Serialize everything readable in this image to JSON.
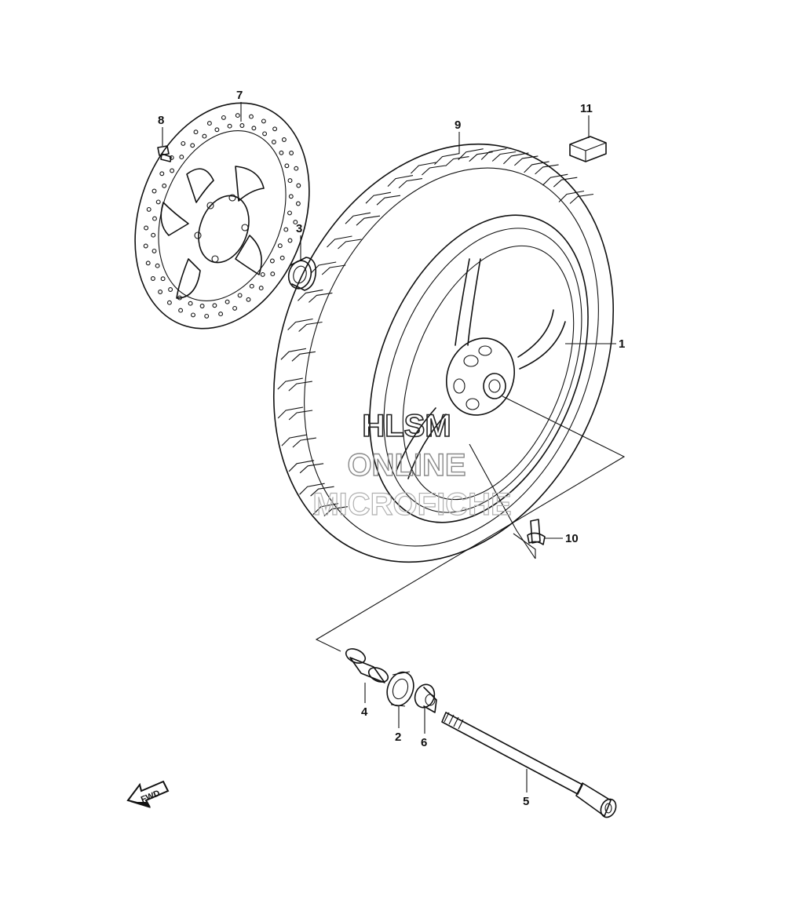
{
  "parts": [
    {
      "id": "1",
      "label": "1"
    },
    {
      "id": "2",
      "label": "2"
    },
    {
      "id": "3",
      "label": "3"
    },
    {
      "id": "4",
      "label": "4"
    },
    {
      "id": "5",
      "label": "5"
    },
    {
      "id": "6",
      "label": "6"
    },
    {
      "id": "7",
      "label": "7"
    },
    {
      "id": "8",
      "label": "8"
    },
    {
      "id": "9",
      "label": "9"
    },
    {
      "id": "10",
      "label": "10"
    },
    {
      "id": "11",
      "label": "11"
    }
  ],
  "watermark": {
    "line1": "HLSM",
    "line2": "ONLINE",
    "line3": "MICROFICHE"
  },
  "direction_badge": "FWD",
  "colors": {
    "ink": "#111111",
    "background": "#ffffff",
    "watermark": "#9a9a9a"
  }
}
